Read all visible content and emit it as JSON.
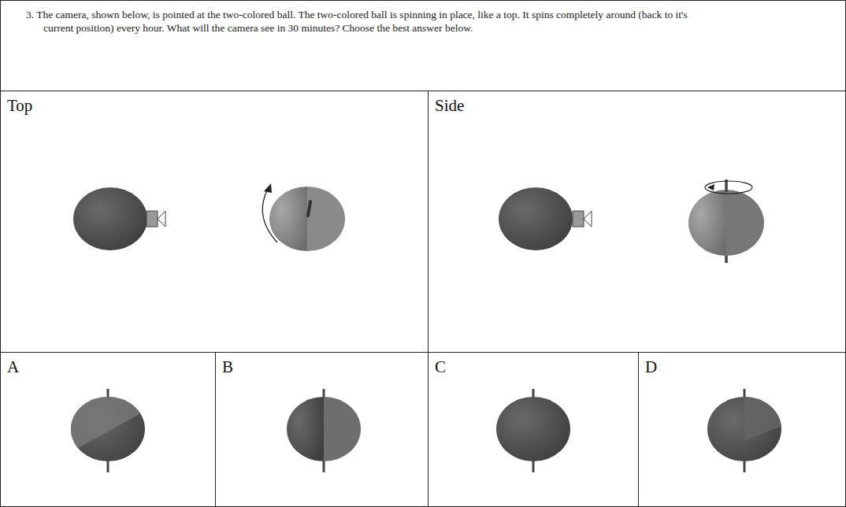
{
  "diagram": {
    "nodes": [
      {
        "text": [
          "3.  The camera, shown below, is pointed at the two-colored ball.  The two-colored ball is spinning in place, like a top. It spins completely around (back to it's current position) every hour. What will the camera see in 30 minutes?  Choose the best answer below."
        ]
      },
      {
        "text": [
          "Top"
        ]
      },
      {
        "text": [
          "Side"
        ]
      },
      {
        "text": [
          "A"
        ]
      },
      {
        "text": [
          "B"
        ]
      },
      {
        "text": [
          "C"
        ]
      },
      {
        "text": [
          "D"
        ]
      }
    ]
  }
}
